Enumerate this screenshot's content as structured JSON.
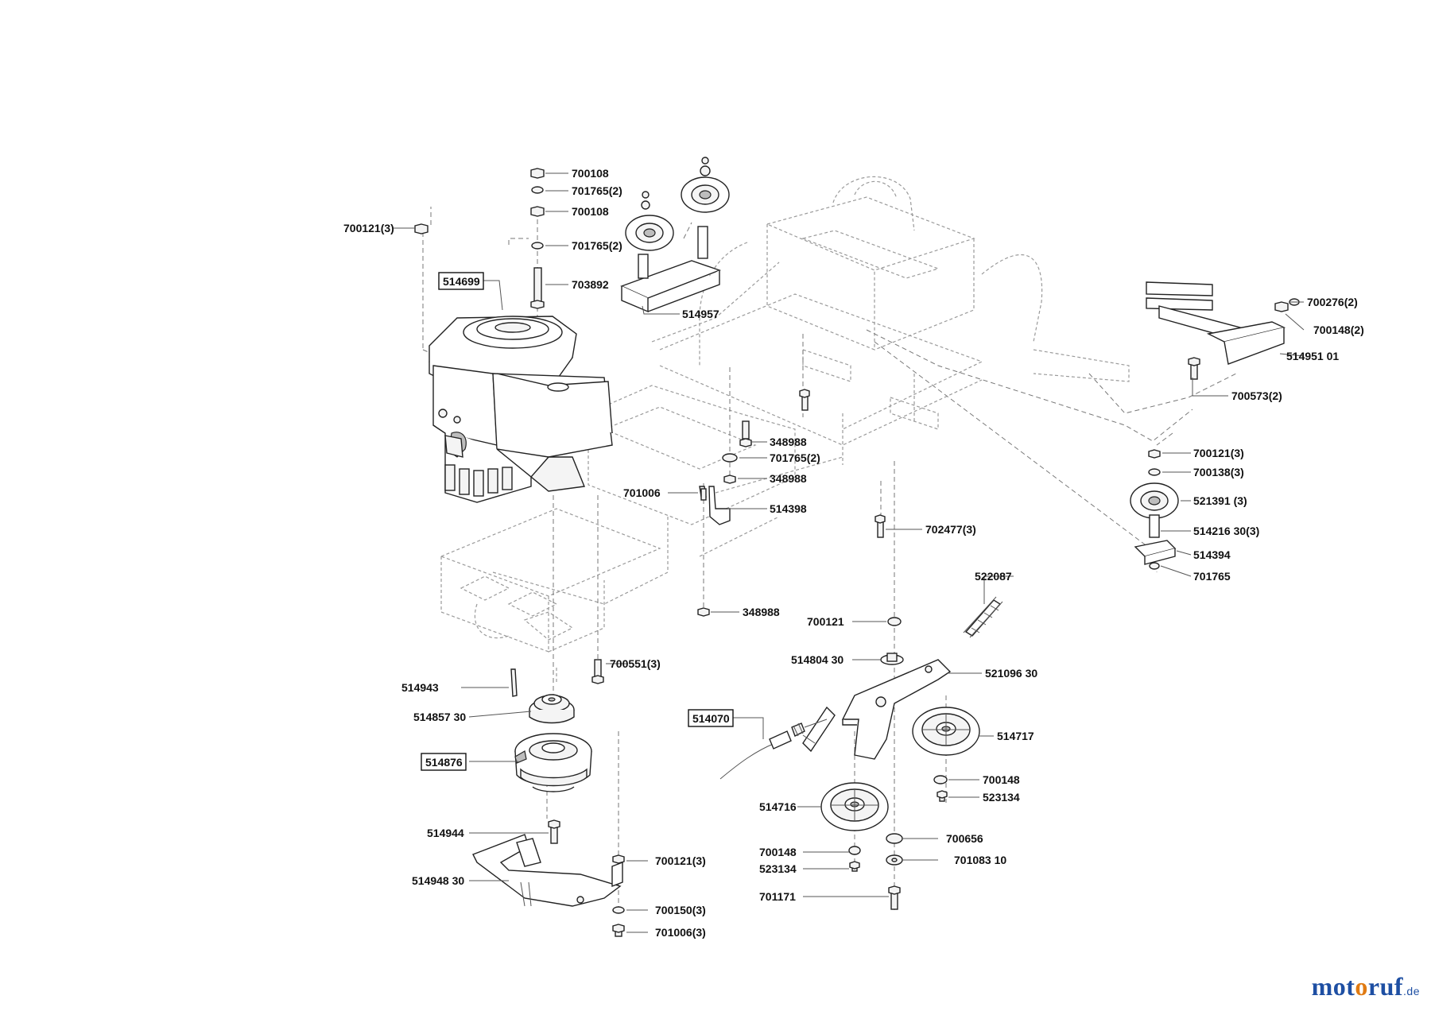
{
  "labels": {
    "l700108a": "700108",
    "l701765a": "701765(2)",
    "l700108b": "700108",
    "l701765b": "701765(2)",
    "l700121_3": "700121(3)",
    "l514699": "514699",
    "l703892": "703892",
    "l514957": "514957",
    "l700276": "700276(2)",
    "l700148_2": "700148(2)",
    "l514951": "514951 01",
    "l700573": "700573(2)",
    "l348988a": "348988",
    "l701765c": "701765(2)",
    "l348988b": "348988",
    "l701006": "701006",
    "l514398": "514398",
    "l702477": "702477(3)",
    "l700121_3b": "700121(3)",
    "l700138": "700138(3)",
    "l521391": "521391 (3)",
    "l514216": "514216 30(3)",
    "l514394": "514394",
    "l701765d": "701765",
    "l522087": "522087",
    "l348988c": "348988",
    "l700121": "700121",
    "l514804": "514804 30",
    "l521096": "521096 30",
    "l700551": "700551(3)",
    "l514943": "514943",
    "l514857": "514857 30",
    "l514070": "514070",
    "l514717": "514717",
    "l514876": "514876",
    "l700148a": "700148",
    "l523134a": "523134",
    "l514716": "514716",
    "l514944": "514944",
    "l700656": "700656",
    "l700148b": "700148",
    "l701083": "701083 10",
    "l523134b": "523134",
    "l700121_3c": "700121(3)",
    "l514948": "514948 30",
    "l701171": "701171",
    "l700150": "700150(3)",
    "l701006_3": "701006(3)"
  },
  "watermark": {
    "part_a": "mot",
    "part_b": "o",
    "part_c": "ruf",
    "tld": ".de"
  }
}
